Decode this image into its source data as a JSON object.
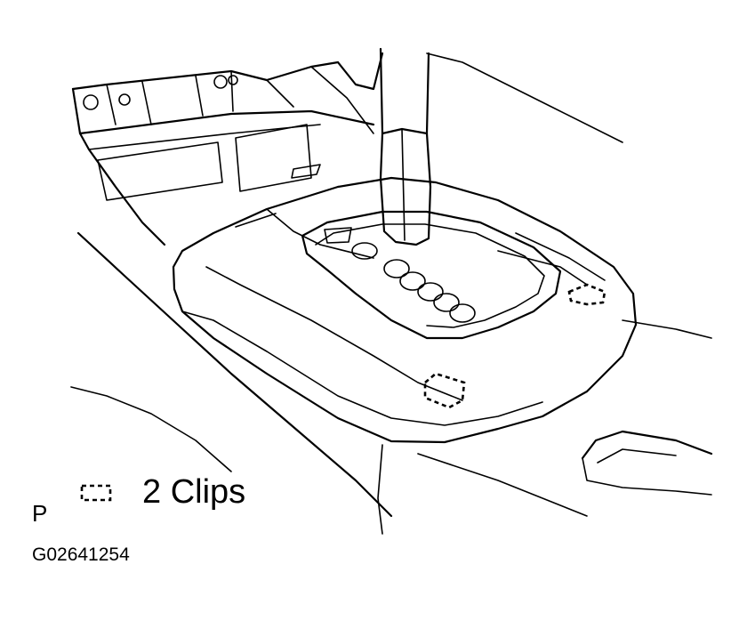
{
  "legend": {
    "symbol_icon": "clip-icon",
    "text": "2 Clips"
  },
  "view_letter": "P",
  "figure_code": "G02641254"
}
